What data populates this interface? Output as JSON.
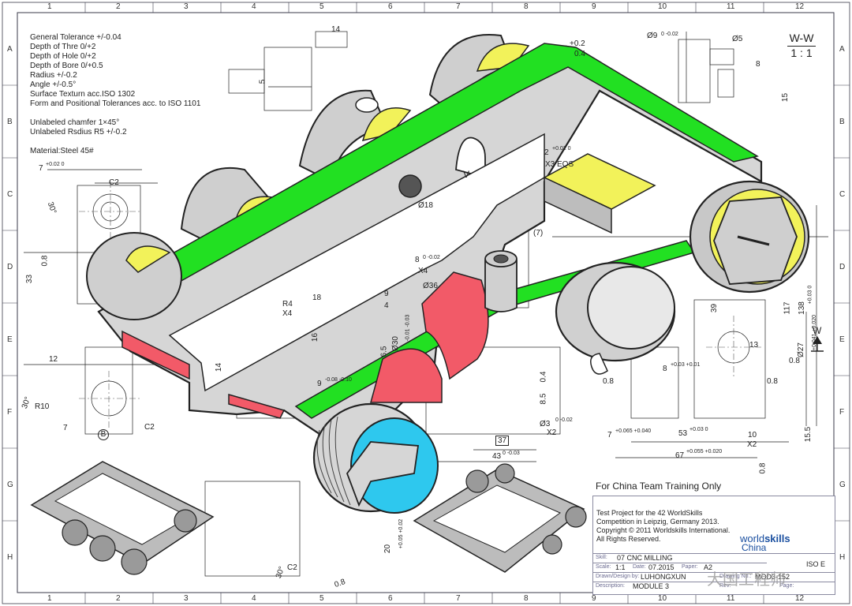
{
  "grid": {
    "columns": [
      "1",
      "2",
      "3",
      "4",
      "5",
      "6",
      "7",
      "8",
      "9",
      "10",
      "11",
      "12"
    ],
    "rows": [
      "A",
      "B",
      "C",
      "D",
      "E",
      "F",
      "G",
      "H"
    ]
  },
  "notes": [
    "General Tolerance +/-0.04",
    "Depth of Thre 0/+2",
    "Depth of Hole 0/+2",
    "Depth of Bore 0/+0.5",
    "Radius +/-0.2",
    "Angle +/-0.5°",
    "Surface Texturn acc.ISO 1302",
    "Form and Positional Tolerances acc. to ISO  1101",
    "",
    "Unlabeled chamfer 1×45°",
    "Unlabeled Rsdius R5 +/-0.2",
    "",
    "Material:Steel 45#"
  ],
  "section_view": {
    "title": "W-W",
    "scale": "1 : 1"
  },
  "dimensions": {
    "d14": "14",
    "d0_2": "+0.2",
    "d0_4": "0.4",
    "d9": "Ø9",
    "d9_tol": "0 -0.02",
    "d5": "Ø5",
    "d8": "8",
    "d15": "15",
    "d5b": "5",
    "d7": "7",
    "d7tol": "+0.02 0",
    "dC2": "C2",
    "d30": "30°",
    "d2eqs": "2",
    "d2eqs_tol": "+0.02 0",
    "x3eqs": "X3 EQS",
    "V": "V",
    "d18": "Ø18",
    "d7p": "(7)",
    "d8x4": "8",
    "d8x4_tol": "0 -0.02",
    "x4": "X4",
    "d0_8": "0.8",
    "d33": "33",
    "dR4": "R4",
    "dX4": "X4",
    "d18b": "18",
    "d9b": "9",
    "d4": "4",
    "d16": "16",
    "d36": "Ø36",
    "d6_5": "6.5",
    "d30b": "Ø30",
    "d30b_tol": "-0.01 -0.03",
    "d12": "12",
    "d14b": "14",
    "d9c": "9",
    "d9c_tol": "-0.08 -0.10",
    "dR10": "R10",
    "dC2b": "C2",
    "dB": "B",
    "d7b": "7",
    "d30c": "30°",
    "d8_5": "8.5",
    "d0_4b": "0.4",
    "d3x2": "Ø3",
    "d3x2_tol": "0 -0.02",
    "dX2": "X2",
    "d37": "37",
    "d43": "43",
    "d43_tol": "0 -0.03",
    "d117": "117",
    "d138": "138",
    "d138_tol": "+0.03 0",
    "d39": "39",
    "d0_8c": "0.8",
    "d27": "Ø27",
    "d27_tol": "+0.041 +0.020",
    "d13": "13",
    "dW": "W",
    "d8d": "8",
    "d8d_tol": "+0.03 +0.01",
    "d0_8d": "0.8",
    "d0_8e": "0.8",
    "d7c": "7",
    "d7c_tol": "+0.065 +0.040",
    "d53": "53",
    "d53_tol": "+0.03 0",
    "d10": "10",
    "dX2b": "X2",
    "d15_5": "15.5",
    "d67": "67",
    "d67_tol": "+0.055 +0.020",
    "d0_8f": "0.8",
    "d20": "20",
    "d20_tol": "+0.05 +0.02",
    "dC2c": "C2",
    "d30d": "30°",
    "d0_8g": "0.8"
  },
  "colors": {
    "frame_line": "#3a3a4a",
    "drawing_line": "#1a1a1a",
    "part_body": "#d8d8d8",
    "part_dark": "#8a8a8a",
    "green_face": "#22e022",
    "yellow_face": "#f2f25a",
    "red_face": "#f25a68",
    "cyan_face": "#2ec8ee",
    "logo_blue": "#1a4fa0"
  },
  "title_block": {
    "banner": "For China Team Training Only",
    "line1": "Test Project for the 42 WorldSkills",
    "line2": "Competition in Leipzig, Germany 2013.",
    "line3": "Copyright © 2011 Worldskills International.",
    "line4": "All Rights Reserved.",
    "logo_world": "world",
    "logo_skills": "skills",
    "logo_china": "China",
    "skill_label": "Skill:",
    "skill_value": "07 CNC MILLING",
    "iso_value": "ISO E",
    "scale_label": "Scale:",
    "scale_value": "1:1",
    "date_label": "Date:",
    "date_value": "07.2015",
    "paper_label": "Paper:",
    "paper_value": "A2",
    "drawn_label": "Drawn/Design by:",
    "drawn_value": "LUHONGXUN",
    "drawing_no_label": "Drawing No.:",
    "drawing_no_value": "MOD3-152",
    "desc_label": "Description:",
    "desc_value": "MODULE 3",
    "rev_label": "Rev:",
    "page_label": "Page:"
  },
  "watermark": "大国工程师"
}
